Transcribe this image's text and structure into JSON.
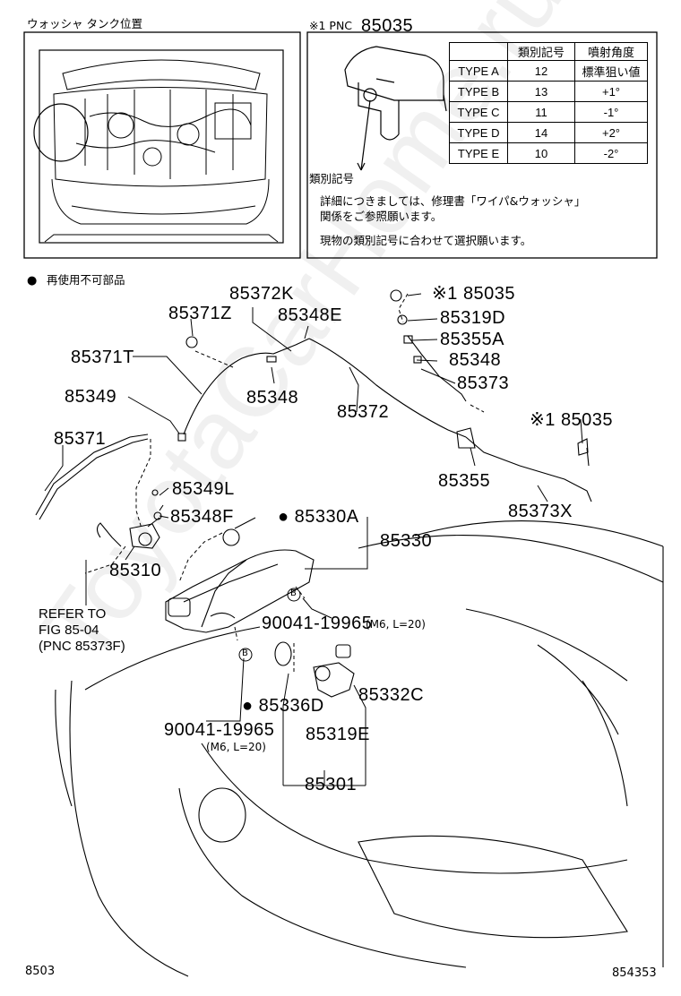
{
  "inset_left": {
    "title": "ウォッシャ タンク位置"
  },
  "inset_right": {
    "pnc_prefix": "※1 PNC",
    "pnc_number": "85035",
    "table_headers": [
      "",
      "類別記号",
      "噴射角度"
    ],
    "table_rows": [
      [
        "TYPE A",
        "12",
        "標準狙い値"
      ],
      [
        "TYPE B",
        "13",
        "+1°"
      ],
      [
        "TYPE C",
        "11",
        "-1°"
      ],
      [
        "TYPE D",
        "14",
        "+2°"
      ],
      [
        "TYPE E",
        "10",
        "-2°"
      ]
    ],
    "code_label": "類別記号",
    "note1": "詳細につきましては、修理書「ワイパ&ウォッシャ」",
    "note2": "関係をご参照願います。",
    "note3": "現物の類別記号に合わせて選択願います。"
  },
  "legend": {
    "bullet": "●",
    "text": "再使用不可部品"
  },
  "parts": {
    "p85372K": "85372K",
    "p85371Z": "85371Z",
    "p85348E": "85348E",
    "p85371T": "85371T",
    "p85348a": "85348",
    "p85349": "85349",
    "p85372": "85372",
    "p85371": "85371",
    "p85035a": "※1 85035",
    "p85319D": "85319D",
    "p85355A": "85355A",
    "p85348b": "85348",
    "p85373": "85373",
    "p85035b": "※1 85035",
    "p85355": "85355",
    "p85373X": "85373X",
    "p85349L": "85349L",
    "p85348F": "85348F",
    "p85330A": "● 85330A",
    "p85330": "85330",
    "p85310": "85310",
    "p90041a": "90041-19965",
    "p90041a_spec": "(M6, L=20)",
    "p85336D": "● 85336D",
    "p85332C": "85332C",
    "p90041b": "90041-19965",
    "p90041b_spec": "(M6, L=20)",
    "p85319E": "85319E",
    "p85301": "85301",
    "b_marker": "B"
  },
  "refer": {
    "line1": "REFER TO",
    "line2": "FIG 85-04",
    "line3": "(PNC 85373F)"
  },
  "footer": {
    "left": "8503",
    "right": "854353"
  },
  "watermark": "ToyotaCarHome.ru"
}
